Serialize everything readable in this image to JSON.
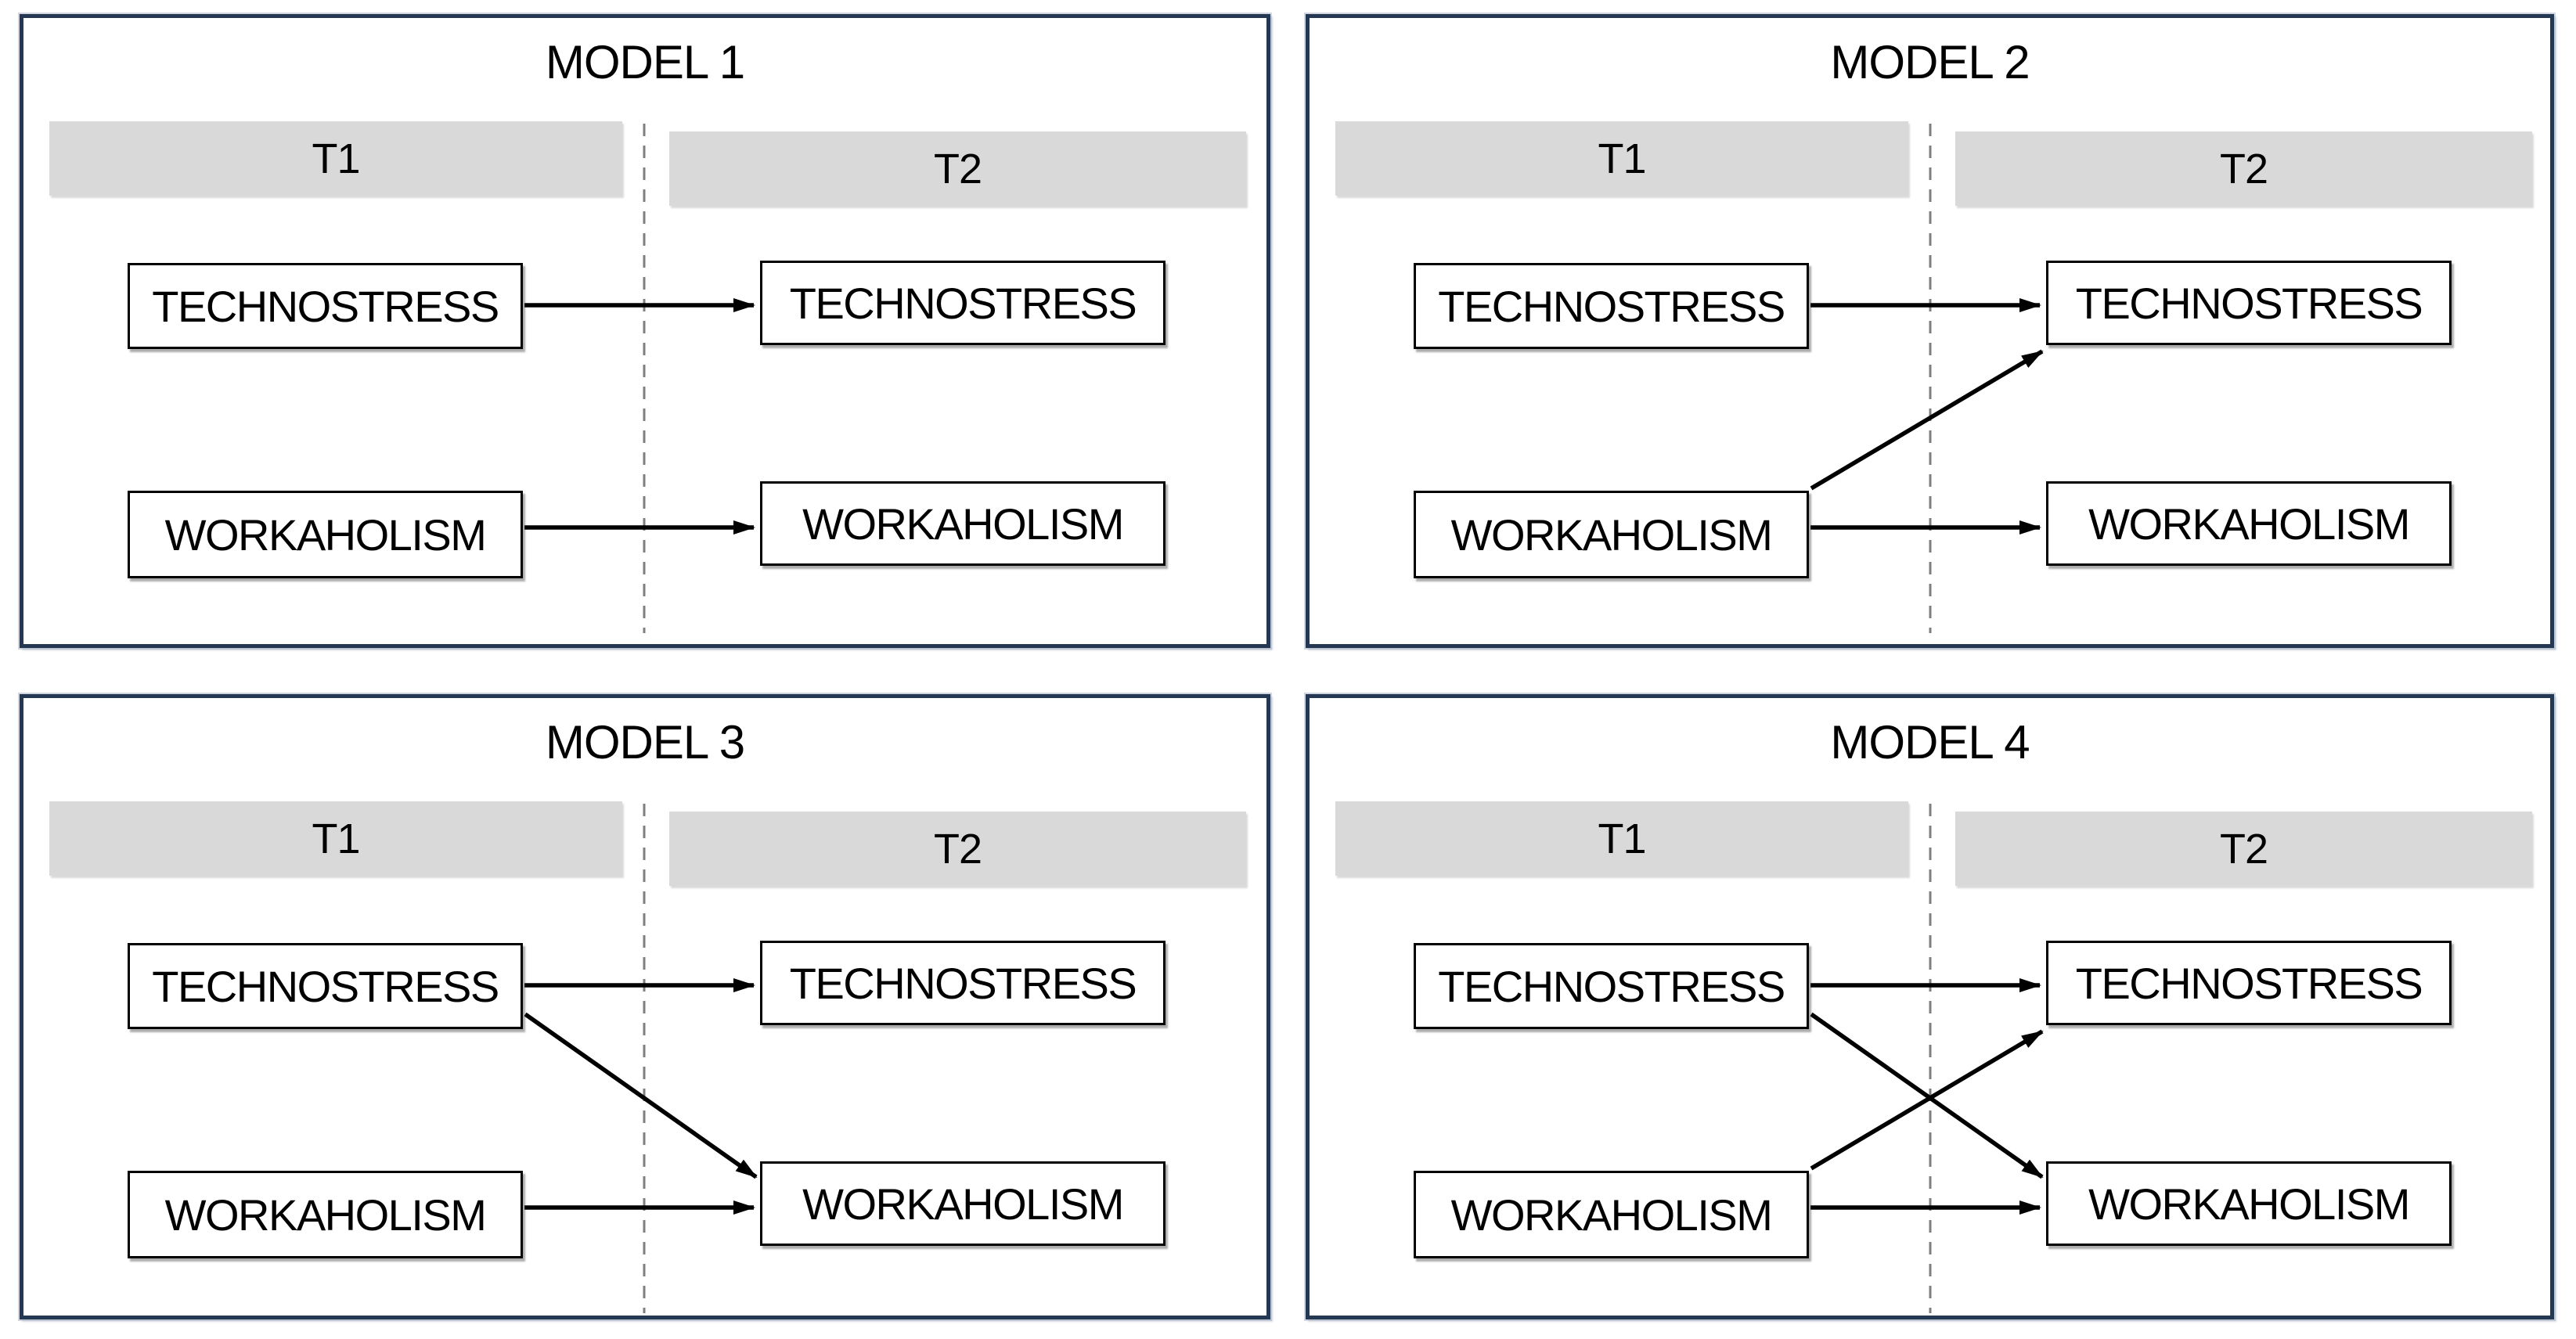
{
  "colors": {
    "panel_border": "#243753",
    "bar_fill": "#d9d9d9",
    "box_border": "#000000",
    "arrow": "#000000",
    "dashed_line": "#7f7f7f",
    "background": "#ffffff",
    "text": "#000000"
  },
  "models": [
    {
      "title": "MODEL 1",
      "t1_label": "T1",
      "t2_label": "T2",
      "boxes": {
        "t1_top": "TECHNOSTRESS",
        "t1_bottom": "WORKAHOLISM",
        "t2_top": "TECHNOSTRESS",
        "t2_bottom": "WORKAHOLISM"
      },
      "arrows": [
        {
          "from": "t1_top",
          "to": "t2_top"
        },
        {
          "from": "t1_bottom",
          "to": "t2_bottom"
        }
      ]
    },
    {
      "title": "MODEL 2",
      "t1_label": "T1",
      "t2_label": "T2",
      "boxes": {
        "t1_top": "TECHNOSTRESS",
        "t1_bottom": "WORKAHOLISM",
        "t2_top": "TECHNOSTRESS",
        "t2_bottom": "WORKAHOLISM"
      },
      "arrows": [
        {
          "from": "t1_top",
          "to": "t2_top"
        },
        {
          "from": "t1_bottom",
          "to": "t2_bottom"
        },
        {
          "from": "t1_bottom",
          "to": "t2_top"
        }
      ]
    },
    {
      "title": "MODEL 3",
      "t1_label": "T1",
      "t2_label": "T2",
      "boxes": {
        "t1_top": "TECHNOSTRESS",
        "t1_bottom": "WORKAHOLISM",
        "t2_top": "TECHNOSTRESS",
        "t2_bottom": "WORKAHOLISM"
      },
      "arrows": [
        {
          "from": "t1_top",
          "to": "t2_top"
        },
        {
          "from": "t1_bottom",
          "to": "t2_bottom"
        },
        {
          "from": "t1_top",
          "to": "t2_bottom"
        }
      ]
    },
    {
      "title": "MODEL 4",
      "t1_label": "T1",
      "t2_label": "T2",
      "boxes": {
        "t1_top": "TECHNOSTRESS",
        "t1_bottom": "WORKAHOLISM",
        "t2_top": "TECHNOSTRESS",
        "t2_bottom": "WORKAHOLISM"
      },
      "arrows": [
        {
          "from": "t1_top",
          "to": "t2_top"
        },
        {
          "from": "t1_bottom",
          "to": "t2_bottom"
        },
        {
          "from": "t1_top",
          "to": "t2_bottom"
        },
        {
          "from": "t1_bottom",
          "to": "t2_top"
        }
      ]
    }
  ]
}
